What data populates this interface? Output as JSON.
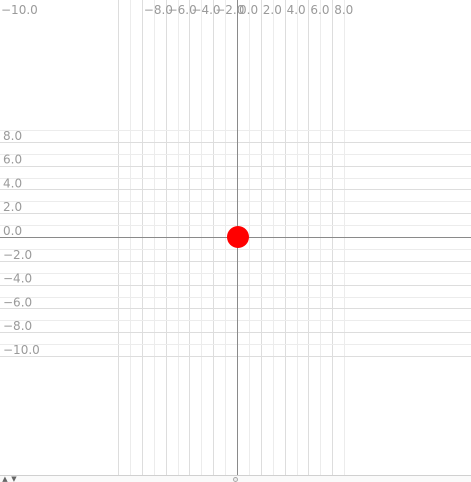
{
  "graph": {
    "x_tick_labels": [
      "−10.0",
      "−8.0",
      "−6.0",
      "−4.0",
      "−2.0",
      "0.0",
      "2.0",
      "4.0",
      "6.0",
      "8.0"
    ],
    "x_tick_values": [
      -10,
      -8,
      -6,
      -4,
      -2,
      0,
      2,
      4,
      6,
      8
    ],
    "y_tick_labels": [
      "8.0",
      "6.0",
      "4.0",
      "2.0",
      "0.0",
      "−2.0",
      "−4.0",
      "−6.0",
      "−8.0",
      "−10.0"
    ],
    "y_tick_values": [
      8,
      6,
      4,
      2,
      0,
      -2,
      -4,
      -6,
      -8,
      -10
    ],
    "x_range": [
      -10,
      9.8
    ],
    "y_range": [
      -10,
      9.8
    ],
    "grid": true,
    "minor_step": 1,
    "point": {
      "x": 0,
      "y": 0,
      "color": "#ff0000"
    },
    "colors": {
      "grid_minor": "#ececec",
      "grid_major": "#dddddd",
      "axis": "#8a8a8a",
      "label": "#9a9a9a"
    }
  },
  "toolbar": {
    "up_arrow": "▲",
    "down_arrow": "▼",
    "handle_icon": "circle-handle-icon"
  }
}
